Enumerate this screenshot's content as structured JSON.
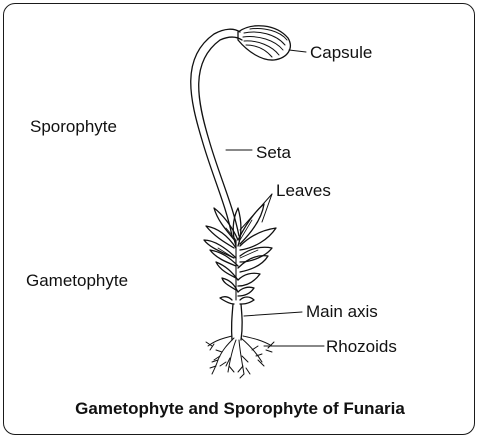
{
  "diagram": {
    "title": "Gametophyte and Sporophyte of Funaria",
    "regions": {
      "sporophyte": "Sporophyte",
      "gametophyte": "Gametophyte"
    },
    "parts": {
      "capsule": "Capsule",
      "seta": "Seta",
      "leaves": "Leaves",
      "main_axis": "Main axis",
      "rhizoids": "Rhozoids"
    }
  },
  "colors": {
    "ink": "#111111",
    "background": "#ffffff"
  }
}
